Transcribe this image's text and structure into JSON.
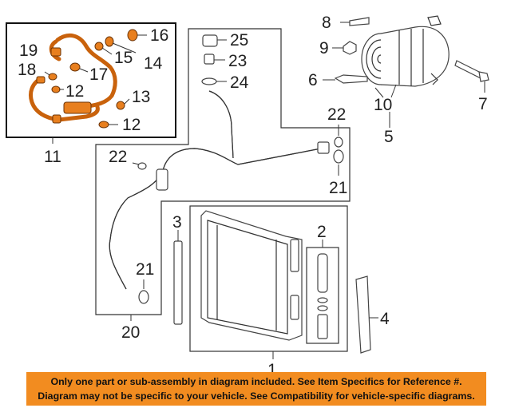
{
  "labels": {
    "n1": "1",
    "n2": "2",
    "n3": "3",
    "n4": "4",
    "n5": "5",
    "n6": "6",
    "n7": "7",
    "n8": "8",
    "n9": "9",
    "n10": "10",
    "n11": "11",
    "n12a": "12",
    "n12b": "12",
    "n13": "13",
    "n14": "14",
    "n15": "15",
    "n16": "16",
    "n17": "17",
    "n18": "18",
    "n19": "19",
    "n20": "20",
    "n21a": "21",
    "n21b": "21",
    "n22a": "22",
    "n22b": "22",
    "n23": "23",
    "n24": "24",
    "n25": "25"
  },
  "footer": {
    "line1": "Only one part or sub-assembly in diagram included. See Item Specifics for Reference #.",
    "line2": "Diagram may not be specific to your vehicle. See Compatibility for vehicle-specific diagrams."
  },
  "colors": {
    "highlight": "#e87f1e",
    "banner": "#f28c20"
  }
}
